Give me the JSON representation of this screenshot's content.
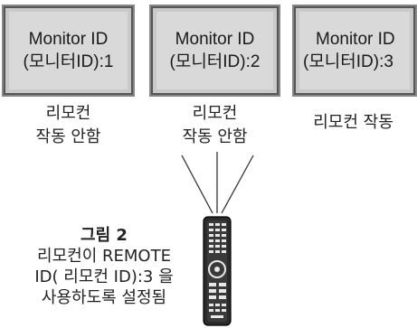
{
  "monitors": [
    {
      "line1": "Monitor ID",
      "line2": "(모니터ID):1",
      "status1": "리모컨",
      "status2": "작동 안함"
    },
    {
      "line1": "Monitor ID",
      "line2": "(모니터ID):2",
      "status1": "리모컨",
      "status2": "작동 안함"
    },
    {
      "line1": "Monitor ID",
      "line2": "(모니터ID):3",
      "status1": "리모컨 작동",
      "status2": ""
    }
  ],
  "caption": {
    "title": "그림 2",
    "line1": "리모컨이 REMOTE",
    "line2": "ID( 리모컨 ID):3 을",
    "line3": "사용하도록 설정됨"
  },
  "icons": {
    "remote": "remote-control-icon"
  }
}
